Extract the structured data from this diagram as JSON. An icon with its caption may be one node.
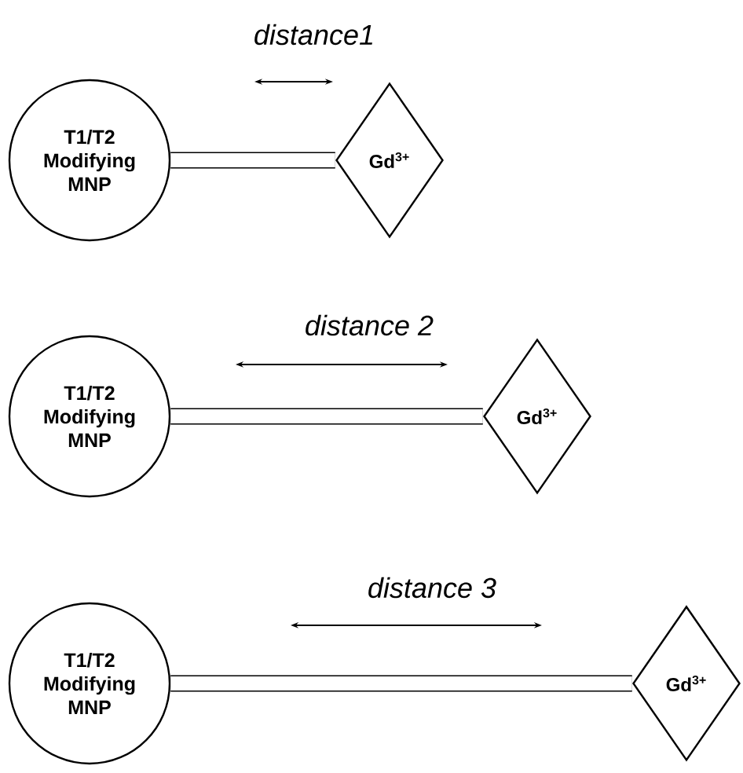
{
  "diagram": {
    "nodes": [
      {
        "text": [
          "T1/T2 Modifying MNP"
        ]
      },
      {
        "text": [
          "Gd$^{3+}$"
        ]
      },
      {
        "text": [
          "T1/T2 Modifying MNP"
        ]
      },
      {
        "text": [
          "Gd$^{3+}$"
        ]
      },
      {
        "text": [
          "T1/T2 Modifying MNP"
        ]
      },
      {
        "text": [
          "Gd$^{3+}$"
        ]
      }
    ],
    "edges": [
      {
        "from": 0,
        "to": 1,
        "arrow": "none"
      },
      {
        "from": 2,
        "to": 3,
        "arrow": "none"
      },
      {
        "from": 4,
        "to": 5,
        "arrow": "none"
      }
    ],
    "labels": [
      "distance1",
      "distance 2",
      "distance 3"
    ]
  }
}
